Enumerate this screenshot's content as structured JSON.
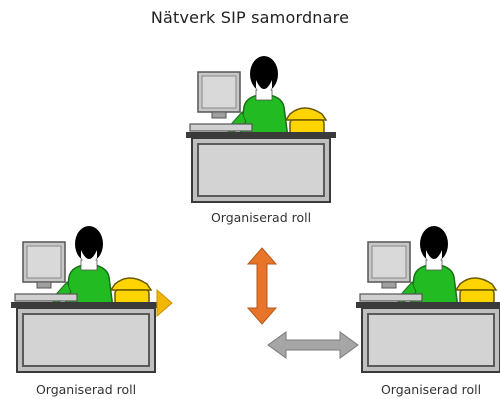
{
  "diagram": {
    "title": "Nätverk SIP samordnare",
    "stations": [
      {
        "id": "top",
        "label": "Organiserad roll"
      },
      {
        "id": "left",
        "label": "Organiserad roll"
      },
      {
        "id": "right",
        "label": "Organiserad roll"
      }
    ],
    "colors": {
      "person_shirt": "#22bb22",
      "person_head": "#000000",
      "face": "#ffffff",
      "monitor": "#c8c8c8",
      "desk": "#bfbfbf",
      "phone": "#ffd400",
      "vertical_arrow": "#e8742a",
      "horizontal_arrow": "#a6a6a6",
      "partial_arrow": "#f2b705"
    },
    "icons": [
      "person-at-desk-icon",
      "computer-monitor-icon",
      "desk-phone-icon"
    ]
  }
}
